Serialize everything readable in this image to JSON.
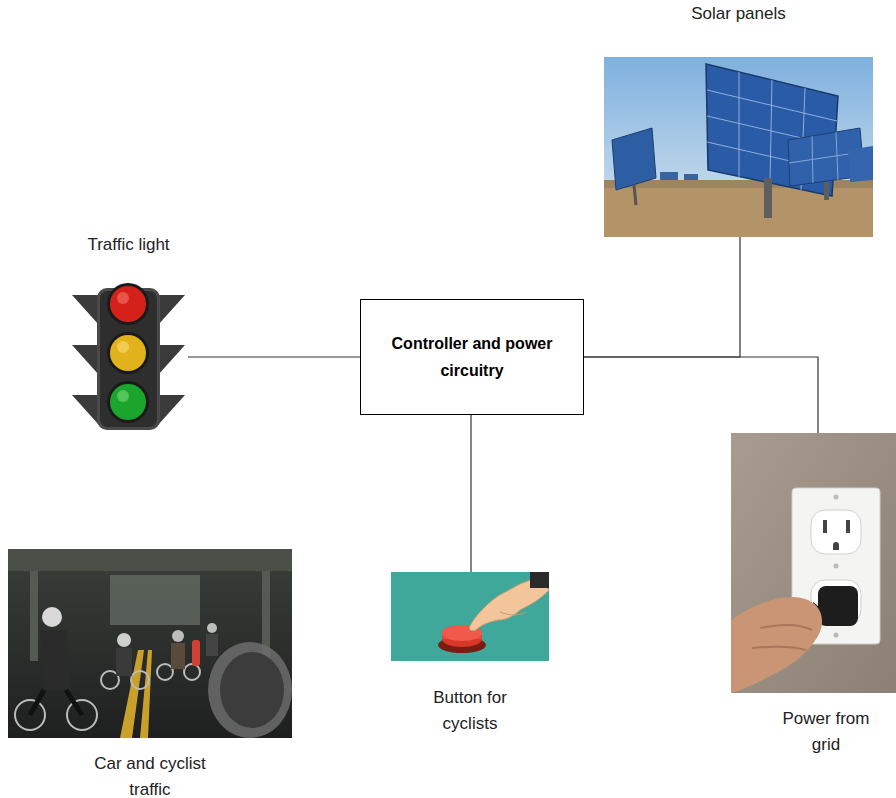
{
  "diagram": {
    "nodes": [
      {
        "text": [
          "Solar panels"
        ]
      },
      {
        "text": [
          "Traffic light"
        ]
      },
      {
        "text": [
          "Controller and power circuitry"
        ]
      },
      {
        "text": [
          "Power from grid"
        ]
      },
      {
        "text": [
          "Car and cyclist traffic"
        ]
      },
      {
        "text": [
          "Button for cyclists"
        ]
      }
    ],
    "edges": [
      {
        "from": 2,
        "to": 1,
        "arrow": "none"
      },
      {
        "from": 2,
        "to": 0,
        "arrow": "none"
      },
      {
        "from": 2,
        "to": 3,
        "arrow": "none"
      },
      {
        "from": 2,
        "to": 5,
        "arrow": "none"
      }
    ]
  }
}
